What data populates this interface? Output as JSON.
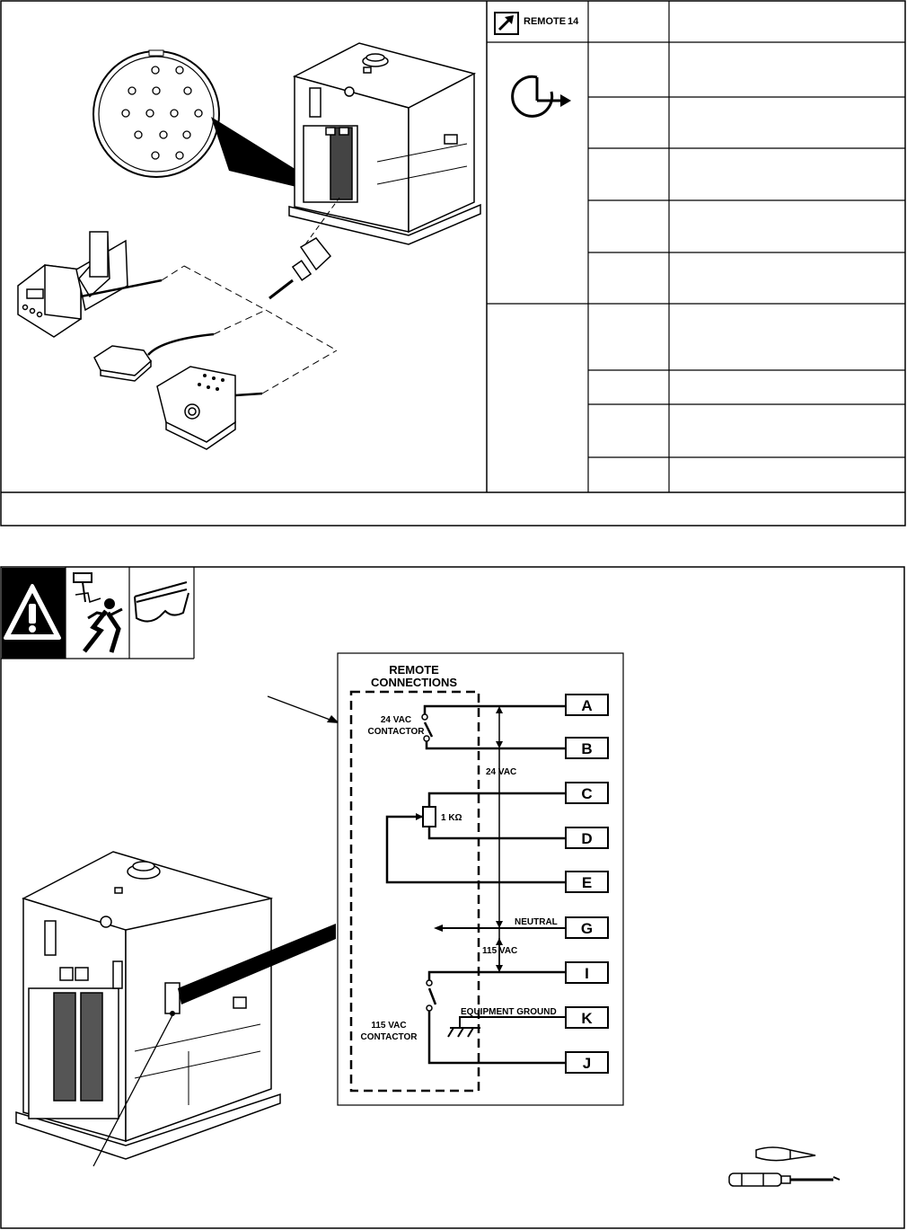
{
  "top_panel": {
    "remote_label": "REMOTE",
    "remote_number": "14"
  },
  "schematic": {
    "title_line1": "REMOTE",
    "title_line2": "CONNECTIONS",
    "contactor_24_line1": "24 VAC",
    "contactor_24_line2": "CONTACTOR",
    "voltage_24": "24 VAC",
    "resistor": "1 KΩ",
    "neutral": "NEUTRAL",
    "voltage_115": "115 VAC",
    "equipment_ground": "EQUIPMENT GROUND",
    "contactor_115_line1": "115 VAC",
    "contactor_115_line2": "CONTACTOR",
    "pins": [
      "A",
      "B",
      "C",
      "D",
      "E",
      "G",
      "I",
      "K",
      "J"
    ]
  }
}
